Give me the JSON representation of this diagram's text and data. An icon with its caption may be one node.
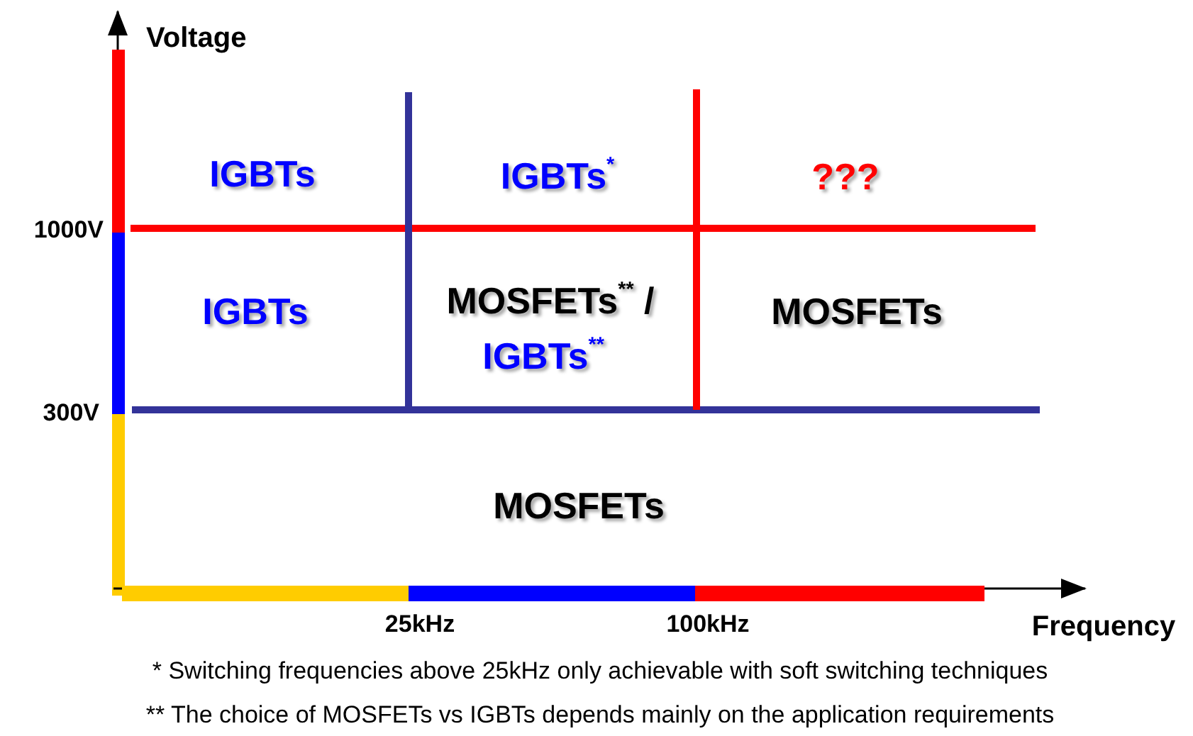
{
  "diagram": {
    "labels": [
      "Voltage",
      "IGBTs",
      "IGBTs$^{*}$",
      "???",
      "1000V",
      "IGBTs",
      "MOSFETs$^{**}$ /",
      "IGBTs$^{**}$",
      "MOSFETs",
      "300V",
      "MOSFETs",
      "25kHz",
      "100kHz",
      "Frequency",
      "* Switching frequencies above 25kHz only achievable with soft switching techniques",
      "** The choice of MOSFETs vs IGBTs depends mainly on the application requirements"
    ]
  }
}
